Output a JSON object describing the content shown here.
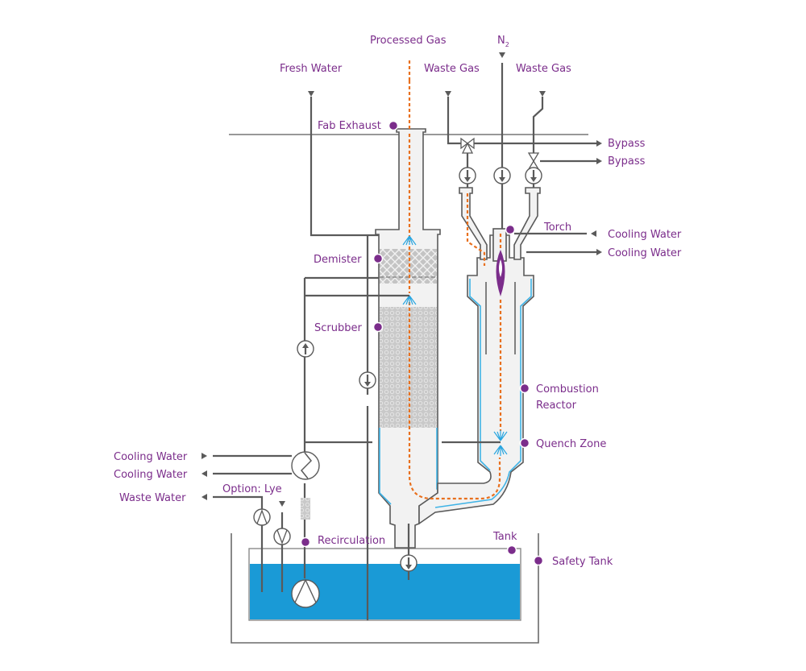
{
  "diagram": {
    "title": "Burn-wet exhaust gas abatement system",
    "colors": {
      "label": "#7b2d8b",
      "pipe": "#5a5a5a",
      "vessel_fill": "#f2f2f2",
      "cooling_jacket": "#3fb3e6",
      "gas_flow": "#e8701e",
      "tank_water": "#1a9ad6",
      "spray": "#2aa6e0",
      "flame": "#7b2d8b"
    },
    "labels": {
      "processed_gas": "Processed Gas",
      "n2_main": "N",
      "n2_sub": "2",
      "fresh_water": "Fresh Water",
      "waste_gas_1": "Waste Gas",
      "waste_gas_2": "Waste Gas",
      "fab_exhaust": "Fab Exhaust",
      "bypass_1": "Bypass",
      "bypass_2": "Bypass",
      "torch": "Torch",
      "cooling_water_in_right": "Cooling Water",
      "cooling_water_out_right": "Cooling Water",
      "demister": "Demister",
      "scrubber": "Scrubber",
      "combustion_reactor_1": "Combustion",
      "combustion_reactor_2": "Reactor",
      "quench_zone": "Quench Zone",
      "cooling_water_in_left": "Cooling Water",
      "cooling_water_out_left": "Cooling Water",
      "option_lye": "Option: Lye",
      "waste_water": "Waste Water",
      "recirculation": "Recirculation",
      "tank": "Tank",
      "safety_tank": "Safety Tank"
    },
    "icons": {
      "flow_direction": "arrow-in-circle-icon",
      "valve": "three-way-valve-icon",
      "pump": "pump-icon",
      "heat_exchanger": "heat-exchanger-icon",
      "spray_nozzle": "spray-nozzle-icon",
      "flame": "flame-icon",
      "filter": "filter-icon"
    }
  }
}
